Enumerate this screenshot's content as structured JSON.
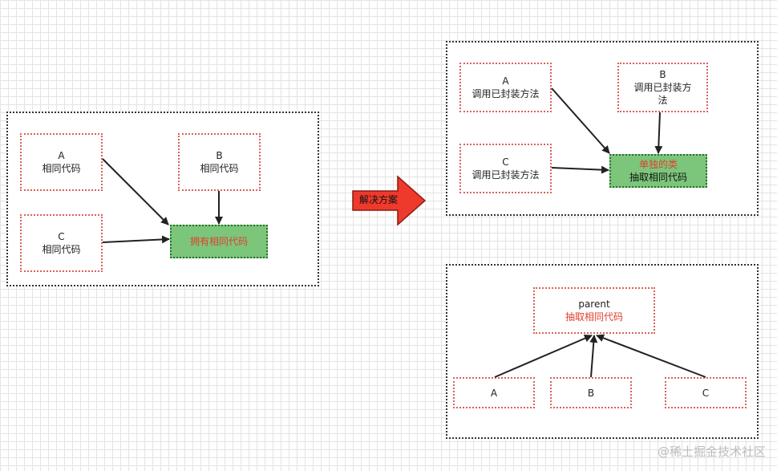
{
  "left": {
    "node_a": {
      "line1": "A",
      "line2": "相同代码"
    },
    "node_b": {
      "line1": "B",
      "line2": "相同代码"
    },
    "node_c": {
      "line1": "C",
      "line2": "相同代码"
    },
    "shared": {
      "label": "拥有相同代码"
    }
  },
  "transition": {
    "label": "解决方案"
  },
  "solution1": {
    "node_a": {
      "line1": "A",
      "line2": "调用已封装方法"
    },
    "node_b": {
      "line1": "B",
      "line2": "调用已封装方",
      "line3": "法"
    },
    "node_c": {
      "line1": "C",
      "line2": "调用已封装方法"
    },
    "class": {
      "line1": "单独的类",
      "line2": "抽取相同代码"
    }
  },
  "solution2": {
    "parent": {
      "line1": "parent",
      "line2": "抽取相同代码"
    },
    "child_a": "A",
    "child_b": "B",
    "child_c": "C"
  },
  "watermark": "@稀土掘金技术社区",
  "colors": {
    "green_fill": "#7bc67b",
    "red_text": "#e0402f",
    "red_arrow": "#ee3a2c",
    "node_border": "#d9625a"
  }
}
